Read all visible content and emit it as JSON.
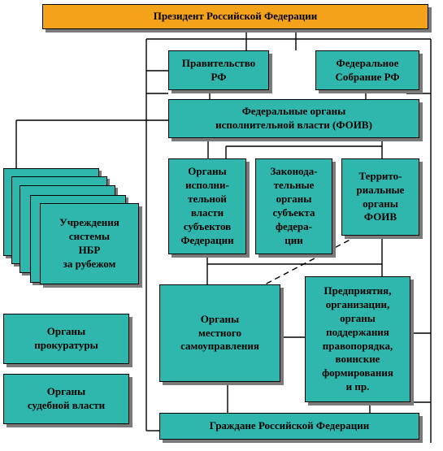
{
  "colors": {
    "header": "#f5a21b",
    "box": "#2fb7ad",
    "line": "#000000"
  },
  "boxes": {
    "president": "Президент Российской Федерации",
    "government": "Правительство\nРФ",
    "assembly": "Федеральное\nСобрание РФ",
    "foiv": "Федеральные органы\nисполнительной власти (ФОИВ)",
    "exec_subjects": "Органы\nисполни-\nтельной\nвласти\nсубъектов\nФедерации",
    "legislative_subjects": "Законода-\nтельные\nорганы\nсубъекта\nфедера-\nции",
    "territorial_foiv": "Террито-\nриальные\nорганы\nФОИВ",
    "abroad": "Учреждения\nсистемы\nНБР\nза рубежом",
    "local_gov": "Органы\nместного\nсамоуправления",
    "enterprises": "Предприятия,\nорганизации,\nорганы\nподдержания\nправопорядка,\nвоинские\nформирования\nи пр.",
    "prosecutor": "Органы\nпрокуратуры",
    "judicial": "Органы\nсудебной власти",
    "citizens": "Граждане Российской Федерации"
  }
}
